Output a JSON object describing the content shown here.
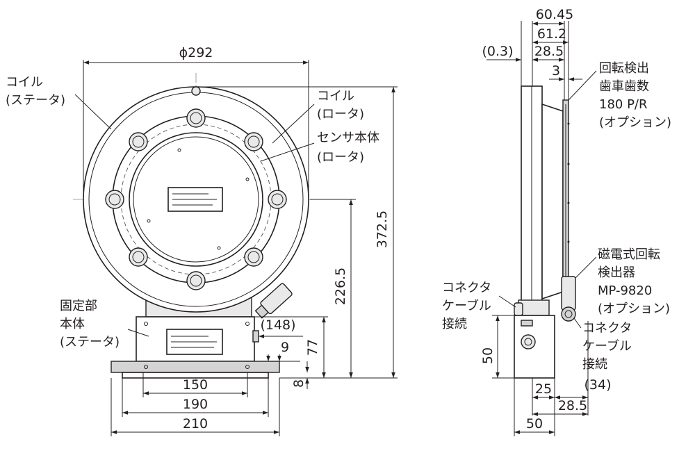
{
  "front_view": {
    "dim_diameter": "ϕ292",
    "dim_height_total": "372.5",
    "dim_height_axis": "226.5",
    "dim_148": "(148)",
    "dim_77": "77",
    "dim_9": "9",
    "dim_8": "8",
    "dim_150": "150",
    "dim_190": "190",
    "dim_210": "210",
    "label_coil_stator": [
      "コイル",
      "(ステータ)"
    ],
    "label_coil_rotor": [
      "コイル",
      "(ロータ)"
    ],
    "label_sensor_body": [
      "センサ本体",
      "(ロータ)"
    ],
    "label_fixed_part": [
      "固定部",
      "本体",
      "(ステータ)"
    ]
  },
  "side_view": {
    "dim_60_45": "60.45",
    "dim_61_2": "61.2",
    "dim_0_3": "(0.3)",
    "dim_28_5_top": "28.5",
    "dim_3": "3",
    "dim_50_v": "50",
    "dim_25": "25",
    "dim_34": "(34)",
    "dim_28_5_bottom": "28.5",
    "dim_50_h": "50",
    "label_gear": [
      "回転検出",
      "歯車歯数",
      "180 P/R",
      "(オプション)"
    ],
    "label_mp9820": [
      "磁電式回転",
      "検出器",
      "MP-9820",
      "(オプション)"
    ],
    "label_connector_left": [
      "コネクタ",
      "ケーブル",
      "接続"
    ],
    "label_connector_right": [
      "コネクタ",
      "ケーブル",
      "接続"
    ]
  }
}
